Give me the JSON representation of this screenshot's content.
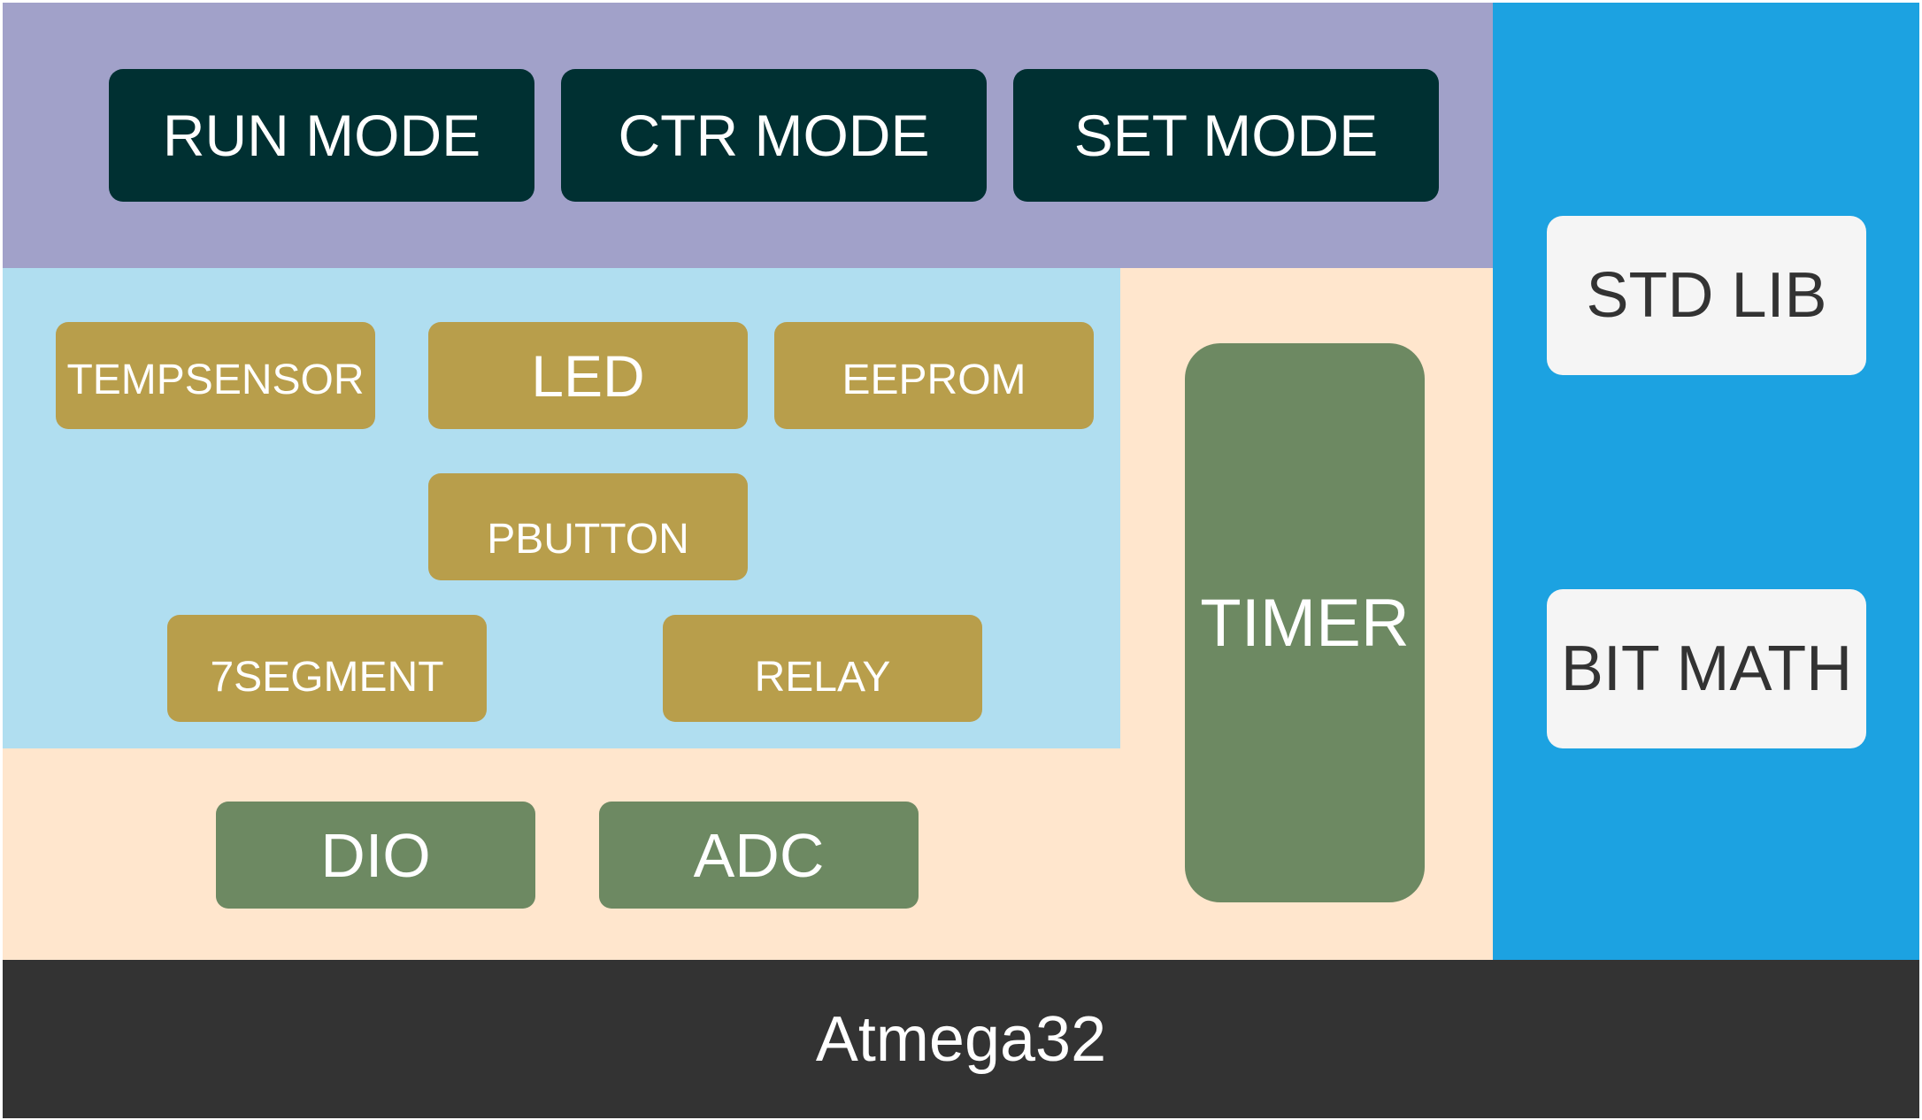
{
  "app_layer": {
    "modes": [
      "RUN MODE",
      "CTR MODE",
      "SET MODE"
    ]
  },
  "hal_layer": {
    "tempsensor": "TEMPSENSOR",
    "led": "LED",
    "eeprom": "EEPROM",
    "pbutton": "PBUTTON",
    "segment": "7SEGMENT",
    "relay": "RELAY"
  },
  "mcal_layer": {
    "dio": "DIO",
    "adc": "ADC",
    "timer": "TIMER"
  },
  "lib_layer": {
    "std_lib": "STD LIB",
    "bit_math": "BIT MATH"
  },
  "hardware": {
    "label": "Atmega32"
  },
  "colors": {
    "app_layer_bg": "#a1a1c9",
    "mode_button_bg": "#003032",
    "hal_layer_bg": "#b0def0",
    "hal_block_bg": "#b89e4b",
    "mcal_layer_bg": "#ffe6cd",
    "mcal_block_bg": "#6d8962",
    "lib_layer_bg": "#1ca2e1",
    "lib_block_bg": "#f5f5f5",
    "hardware_bg": "#333333"
  }
}
